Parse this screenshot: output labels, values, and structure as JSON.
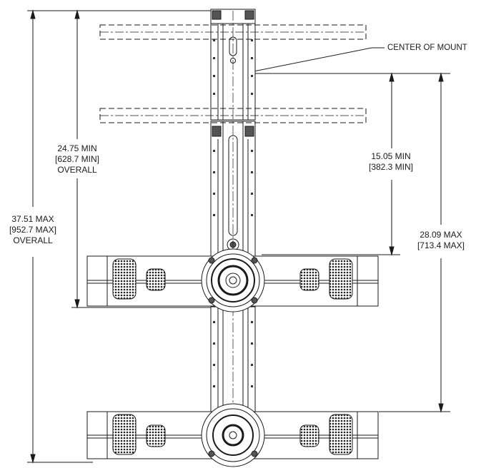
{
  "callout": {
    "center_of_mount": "CENTER OF MOUNT"
  },
  "dimensions": {
    "overall_max": {
      "line1": "37.51 MAX",
      "line2": "[952.7 MAX]",
      "line3": "OVERALL"
    },
    "overall_min": {
      "line1": "24.75 MIN",
      "line2": "[628.7 MIN]",
      "line3": "OVERALL"
    },
    "center_min": {
      "line1": "15.05 MIN",
      "line2": "[382.3 MIN]"
    },
    "center_max": {
      "line1": "28.09 MAX",
      "line2": "[713.4 MAX]"
    }
  }
}
